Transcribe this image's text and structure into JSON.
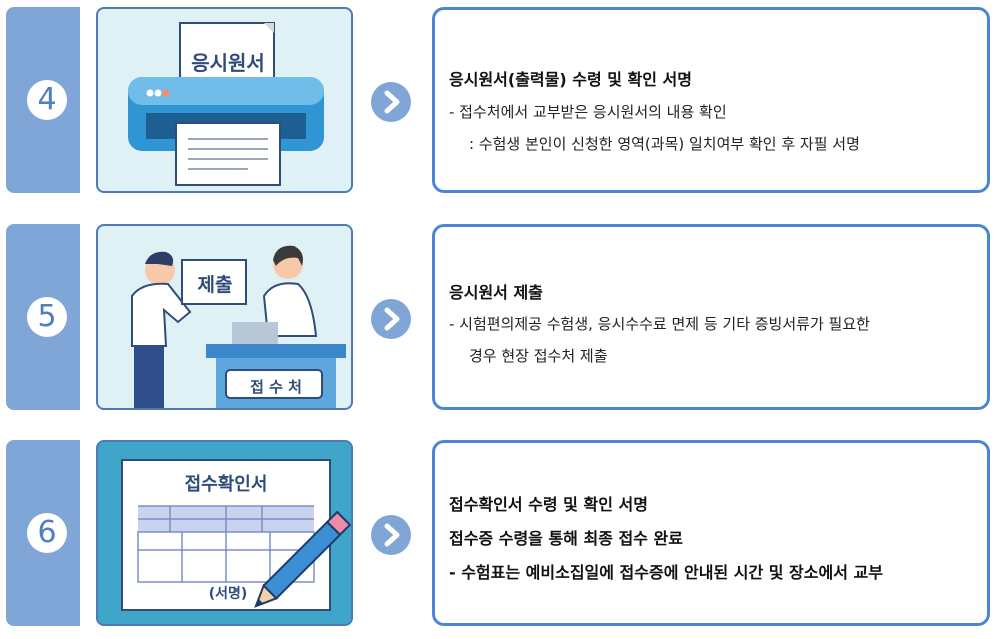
{
  "steps": [
    {
      "number": "4",
      "image_label": "응시원서",
      "title": "응시원서(출력물) 수령 및 확인 서명",
      "lines": [
        "- 접수처에서 교부받은 응시원서의 내용 확인",
        ": 수험생 본인이 신청한 영역(과목) 일치여부 확인 후 자필 서명"
      ]
    },
    {
      "number": "5",
      "image_label": "제출",
      "image_desk_label": "접 수 처",
      "title": "응시원서 제출",
      "lines": [
        "- 시험편의제공 수험생, 응시수수료 면제 등 기타 증빙서류가 필요한",
        "경우 현장 접수처 제출"
      ]
    },
    {
      "number": "6",
      "image_label": "접수확인서",
      "image_sign_label": "(서명)",
      "title": "접수확인서 수령 및 확인 서명",
      "lines": [
        "접수증 수령을 통해 최종 접수 완료",
        "- 수험표는 예비소집일에 접수증에 안내된 시간 및 장소에서 교부"
      ]
    }
  ],
  "colors": {
    "strip": "#7fa6d6",
    "box_border": "#4a86d4",
    "illus_bg": "#dff1f5",
    "printer": "#3b9bd6"
  },
  "icons": [
    "printer-icon",
    "arrow-right-icon",
    "pencil-icon"
  ]
}
